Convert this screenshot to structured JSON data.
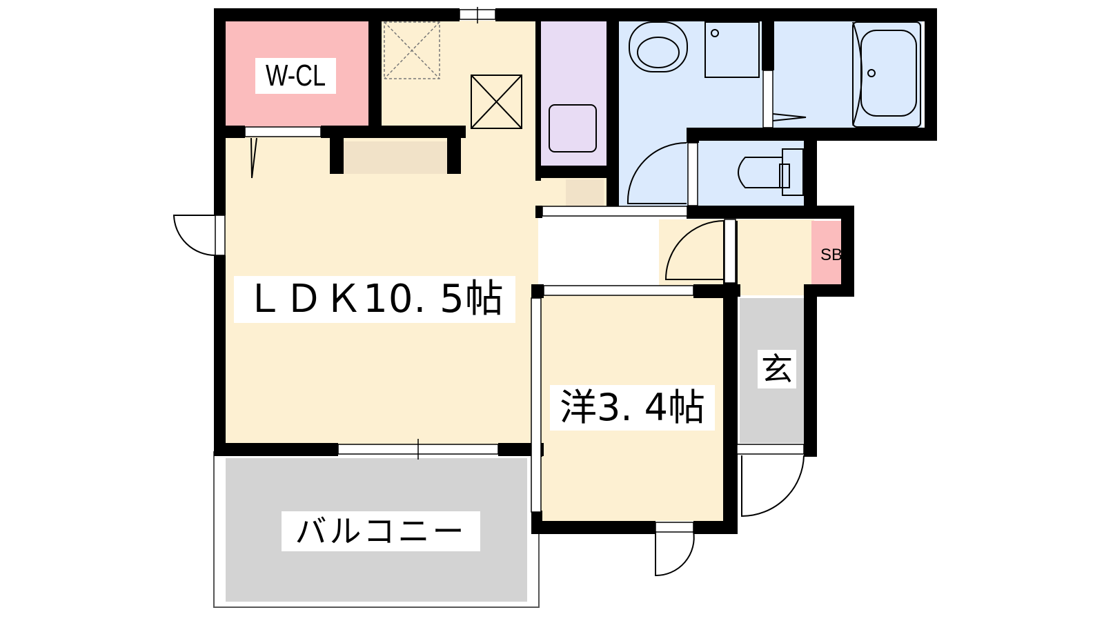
{
  "floor_plan": {
    "rooms": {
      "walk_in_closet": "W-CL",
      "ldk": "ＬＤＫ10. 5帖",
      "western_room": "洋3. 4帖",
      "entrance": "玄",
      "balcony": "バルコニー",
      "shoe_box": "SB"
    },
    "colors": {
      "wall": "#000000",
      "living_floor": "#fdf0d2",
      "closet": "#fbbcbd",
      "wet_area": "#dbeafd",
      "storage": "#e8dcf4",
      "entrance_floor": "#d3d3d3",
      "balcony_floor": "#d3d3d3",
      "counter": "#f1e2c8"
    }
  }
}
